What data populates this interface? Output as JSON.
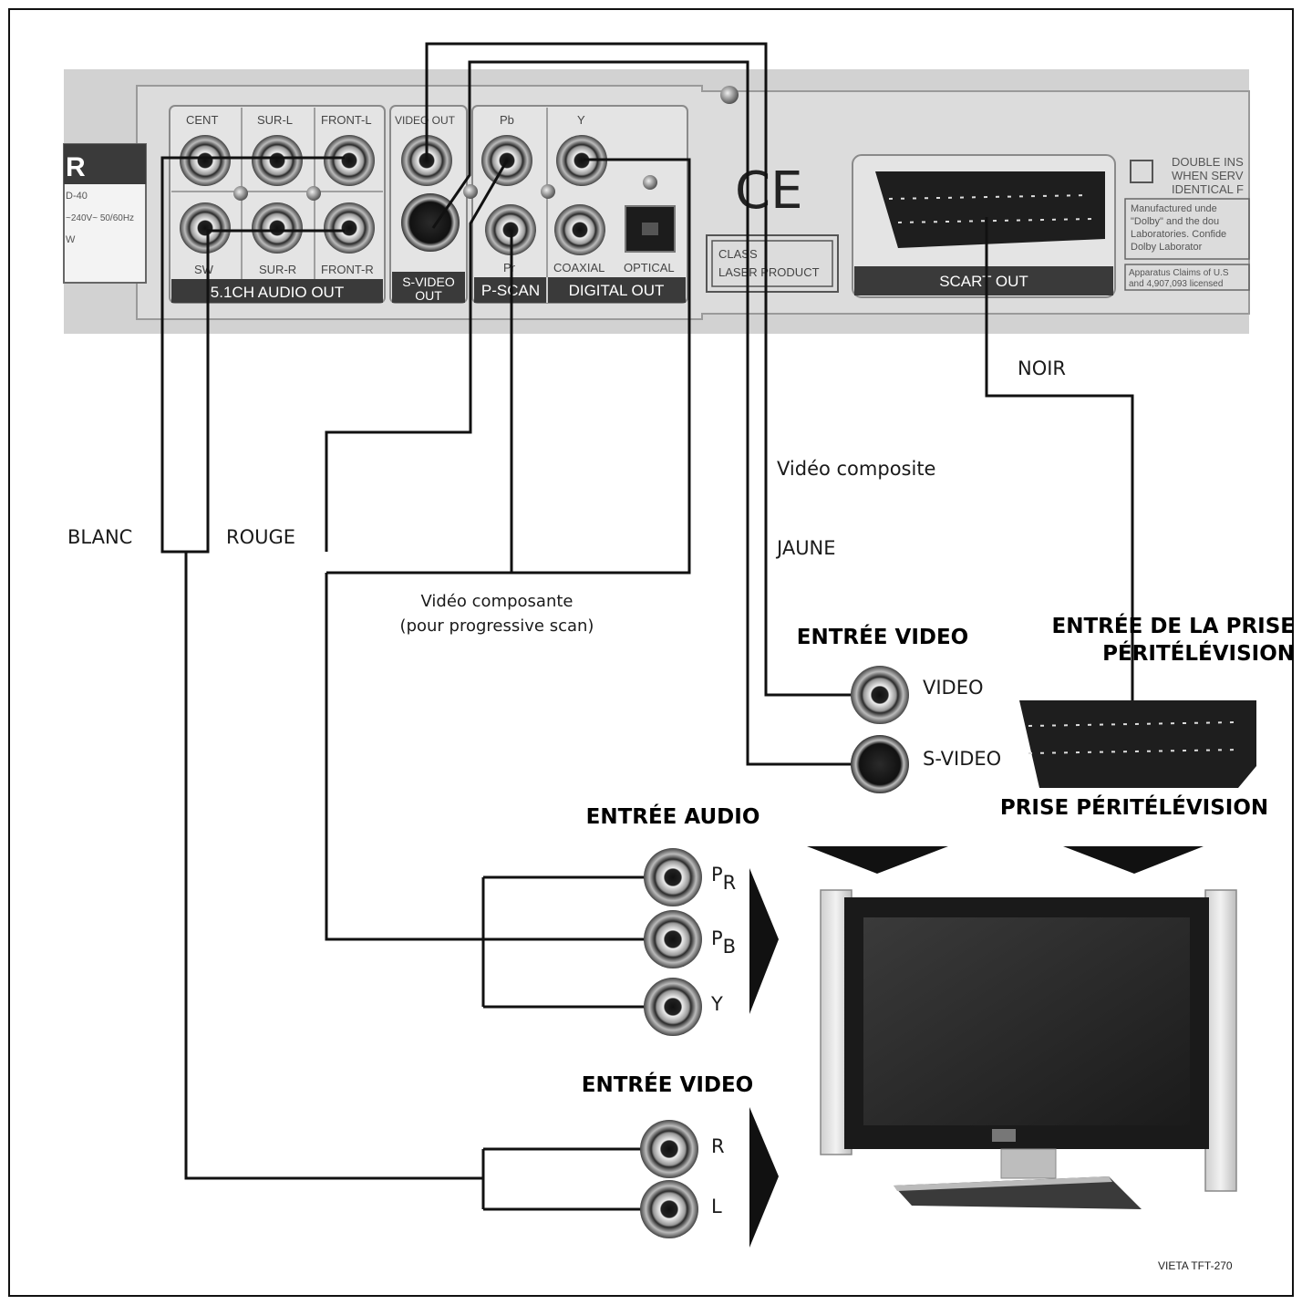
{
  "dvd_panel": {
    "brand_fragment": "R",
    "model_fragment": "D-40",
    "power_fragment": "~240V~ 50/60Hz",
    "watt_fragment": "W",
    "jack_labels": {
      "cent": "CENT",
      "sur_l": "SUR-L",
      "front_l": "FRONT-L",
      "sw": "SW",
      "sur_r": "SUR-R",
      "front_r": "FRONT-R",
      "video_out": "VIDEO OUT",
      "pb": "Pb",
      "y": "Y",
      "pr": "Pr",
      "coaxial": "COAXIAL",
      "optical": "OPTICAL"
    },
    "sections": {
      "audio_out": "5.1CH AUDIO OUT",
      "svideo_out_1": "S-VIDEO",
      "svideo_out_2": "OUT",
      "pscan": "P-SCAN",
      "digital_out": "DIGITAL OUT",
      "scart_out": "SCART OUT"
    },
    "ce_mark": "CE",
    "laser_1": "CLASS",
    "laser_2": "LASER PRODUCT",
    "notice_lines": [
      "DOUBLE INS",
      "WHEN SERV",
      "IDENTICAL F"
    ],
    "dolby_lines": [
      "Manufactured unde",
      "\"Dolby\" and the dou",
      "Laboratories. Confide",
      "Dolby Laborator"
    ],
    "patent_lines": [
      "Apparatus Claims of U.S",
      "and 4,907,093 licensed"
    ]
  },
  "wire_labels": {
    "blanc": "BLANC",
    "rouge": "ROUGE",
    "noir": "NOIR",
    "composite": "Vidéo composite",
    "jaune": "JAUNE",
    "component_1": "Vidéo composante",
    "component_2": "(pour progressive scan)"
  },
  "tv_inputs": {
    "video_header": "ENTRÉE VIDEO",
    "video": "VIDEO",
    "svideo": "S-VIDEO",
    "scart_header_1": "ENTRÉE DE LA PRISE",
    "scart_header_2": "PÉRITÉLÉVISION",
    "scart_caption": "PRISE PÉRITÉLÉVISION",
    "audio_header": "ENTRÉE AUDIO",
    "pr_main": "P",
    "pr_sub": "R",
    "pb_main": "P",
    "pb_sub": "B",
    "y": "Y",
    "video_header_2": "ENTRÉE VIDEO",
    "r": "R",
    "l": "L"
  },
  "tv": {
    "model": "VIETA TFT-270"
  }
}
